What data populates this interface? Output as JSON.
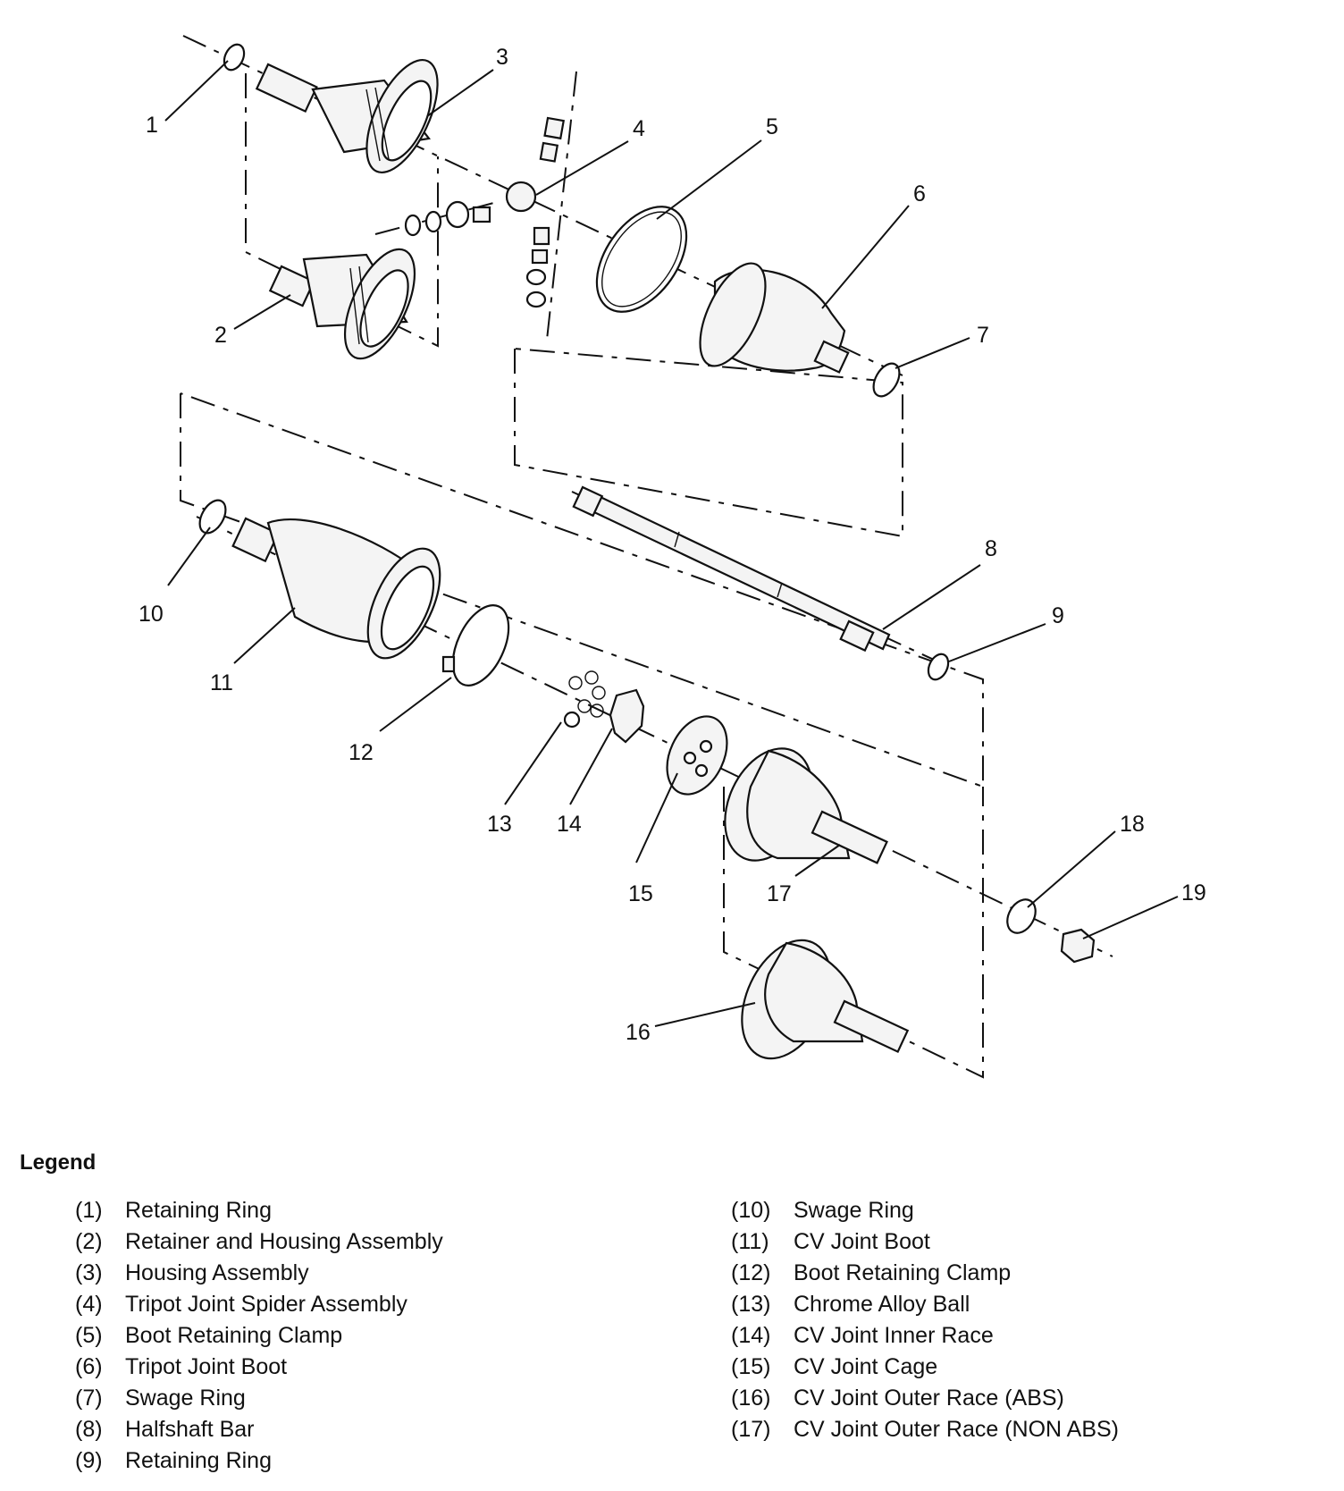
{
  "callouts": [
    "1",
    "2",
    "3",
    "4",
    "5",
    "6",
    "7",
    "8",
    "9",
    "10",
    "11",
    "12",
    "13",
    "14",
    "15",
    "16",
    "17",
    "18",
    "19"
  ],
  "legend": {
    "title": "Legend",
    "left": [
      {
        "num": "(1)",
        "label": "Retaining Ring"
      },
      {
        "num": "(2)",
        "label": "Retainer and Housing Assembly"
      },
      {
        "num": "(3)",
        "label": "Housing Assembly"
      },
      {
        "num": "(4)",
        "label": "Tripot Joint Spider Assembly"
      },
      {
        "num": "(5)",
        "label": "Boot Retaining Clamp"
      },
      {
        "num": "(6)",
        "label": "Tripot Joint Boot"
      },
      {
        "num": "(7)",
        "label": "Swage Ring"
      },
      {
        "num": "(8)",
        "label": "Halfshaft Bar"
      },
      {
        "num": "(9)",
        "label": "Retaining Ring"
      }
    ],
    "right": [
      {
        "num": "(10)",
        "label": "Swage Ring"
      },
      {
        "num": "(11)",
        "label": "CV Joint Boot"
      },
      {
        "num": "(12)",
        "label": "Boot Retaining Clamp"
      },
      {
        "num": "(13)",
        "label": "Chrome Alloy Ball"
      },
      {
        "num": "(14)",
        "label": "CV Joint Inner Race"
      },
      {
        "num": "(15)",
        "label": "CV Joint Cage"
      },
      {
        "num": "(16)",
        "label": "CV Joint Outer Race (ABS)"
      },
      {
        "num": "(17)",
        "label": "CV Joint Outer Race (NON ABS)"
      }
    ]
  }
}
